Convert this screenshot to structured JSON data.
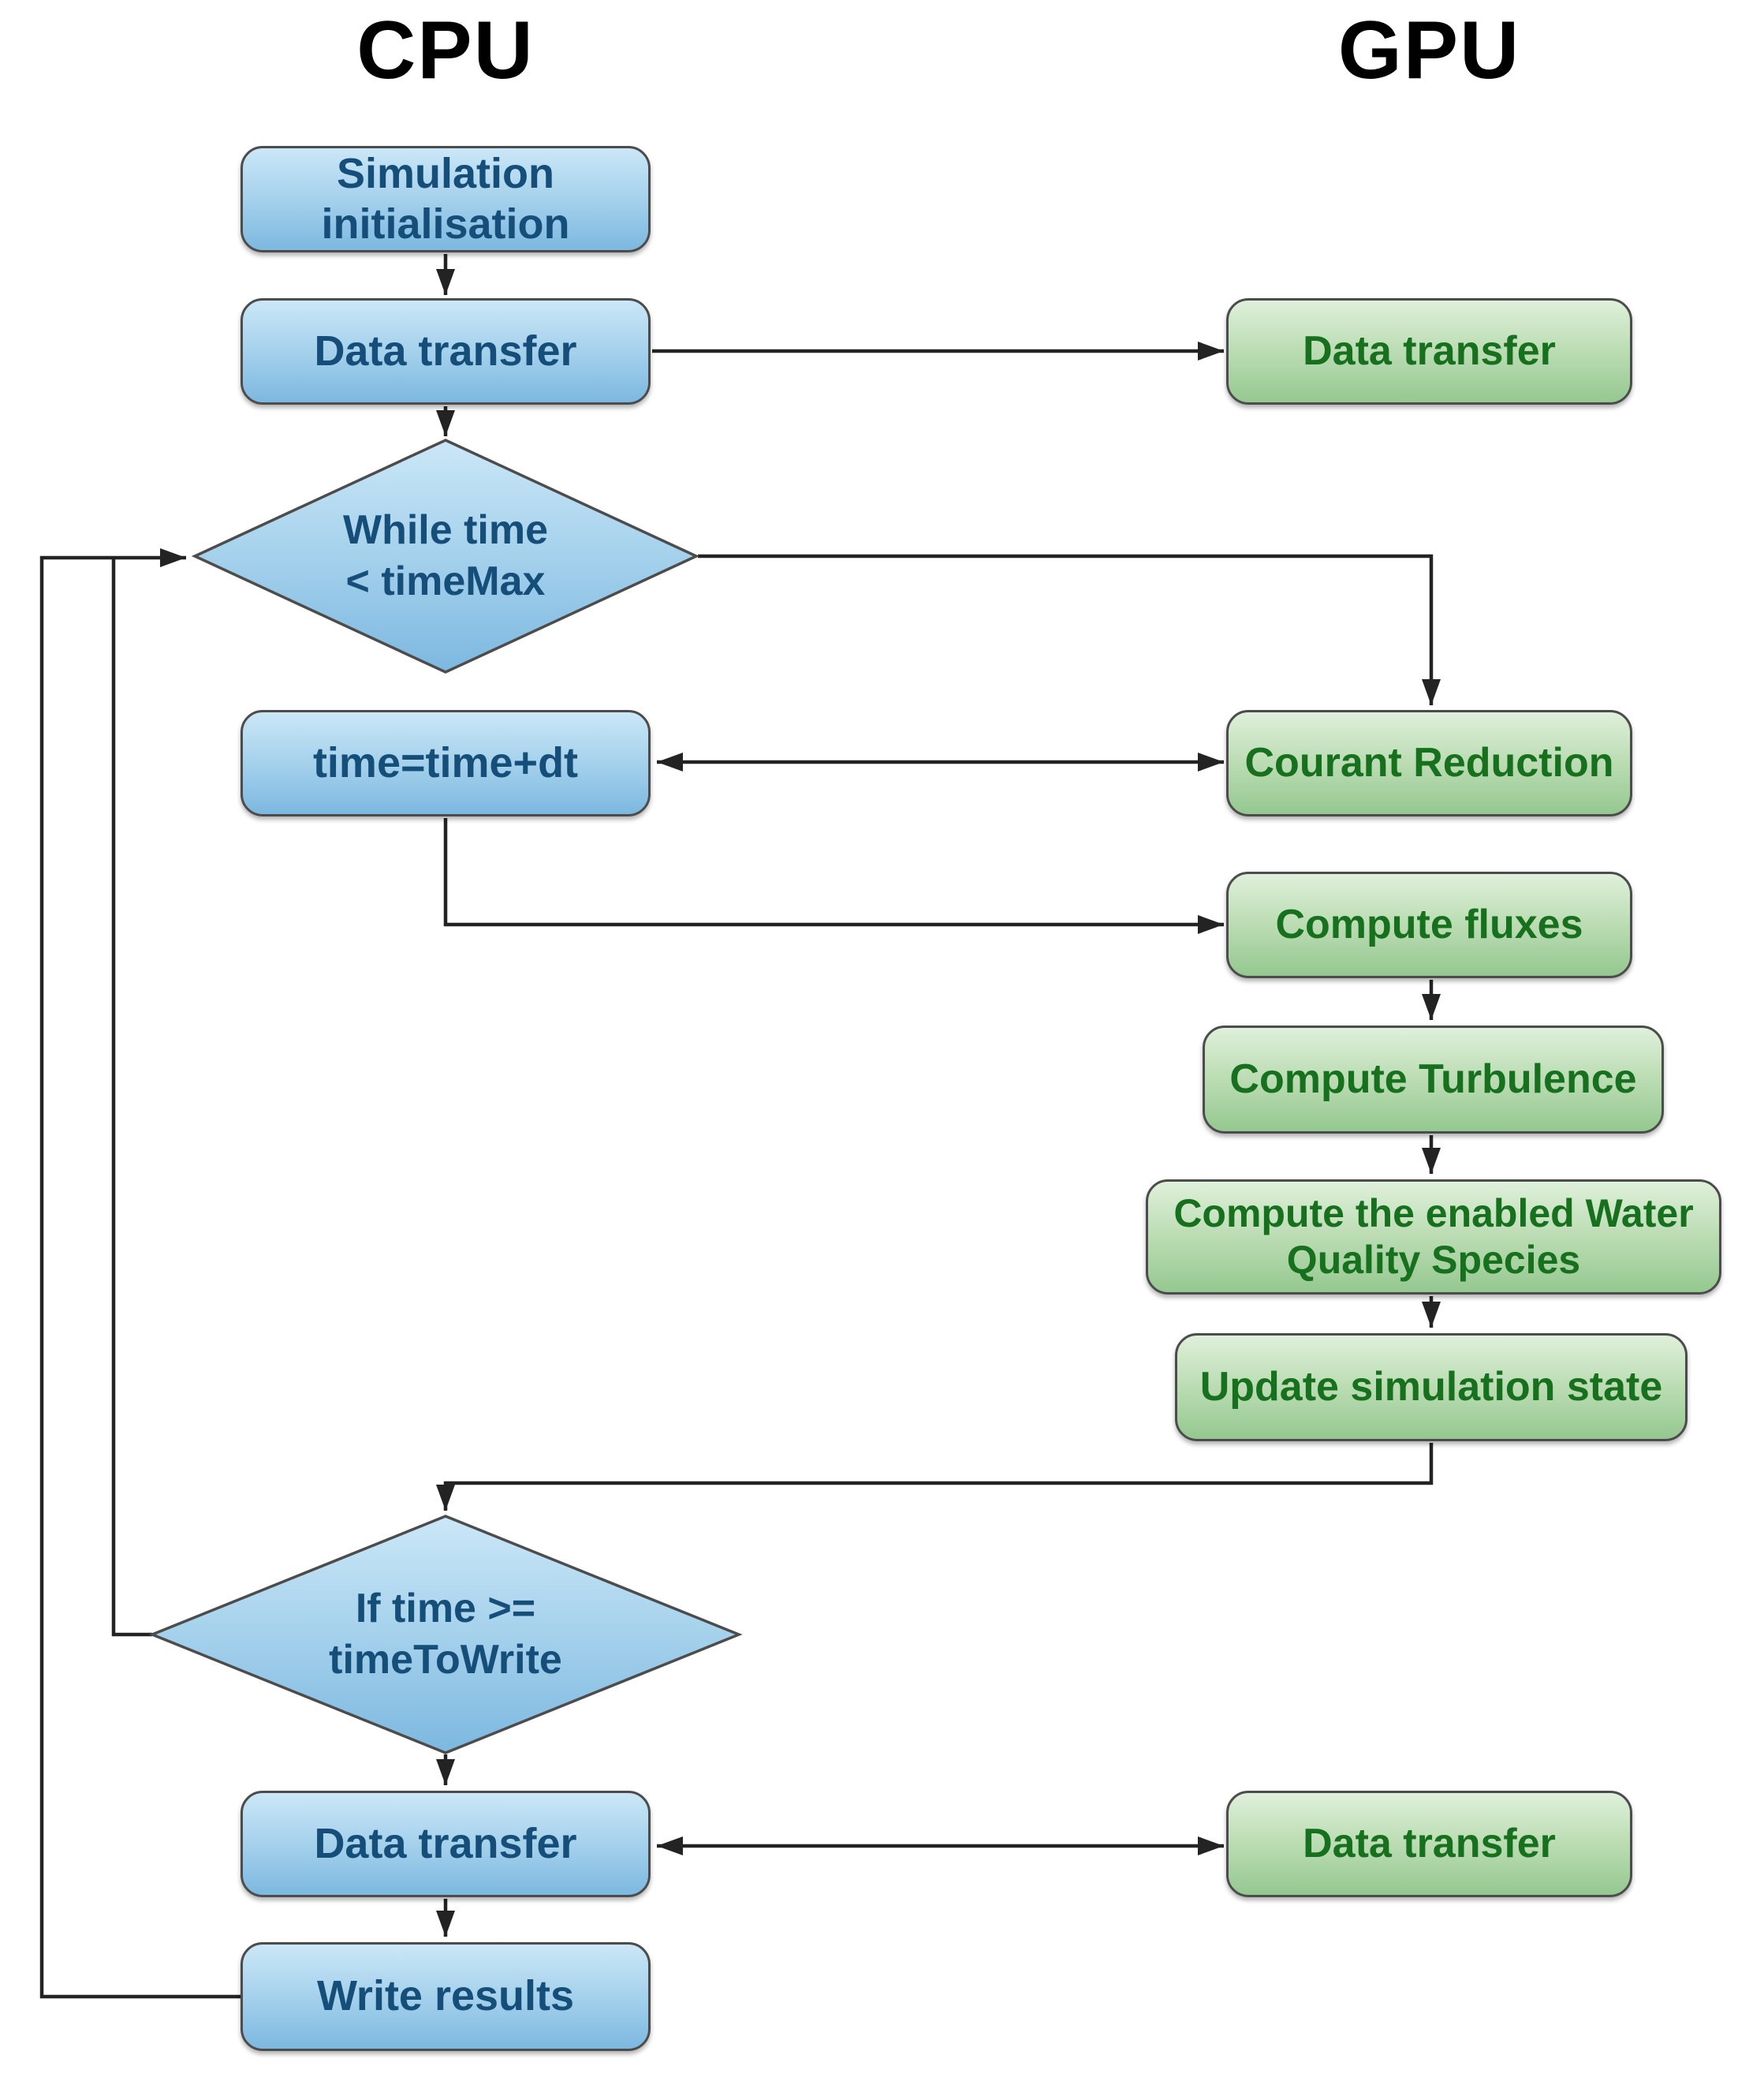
{
  "diagram": {
    "titles": {
      "cpu": "CPU",
      "gpu": "GPU"
    },
    "nodes": {
      "sim_init": {
        "lines": [
          "Simulation",
          "initialisation"
        ]
      },
      "dt_cpu_top": {
        "label": "Data transfer"
      },
      "while_loop": {
        "lines": [
          "While time",
          "< timeMax"
        ]
      },
      "time_update": {
        "label": "time=time+dt"
      },
      "dt_gpu_top": {
        "label": "Data transfer"
      },
      "courant": {
        "label": "Courant Reduction"
      },
      "fluxes": {
        "label": "Compute fluxes"
      },
      "turbulence": {
        "label": "Compute Turbulence"
      },
      "water_quality": {
        "lines": [
          "Compute the enabled Water",
          "Quality Species"
        ]
      },
      "update_state": {
        "label": "Update simulation state"
      },
      "if_write": {
        "lines": [
          "If time >=",
          "timeToWrite"
        ]
      },
      "dt_cpu_bottom": {
        "label": "Data transfer"
      },
      "dt_gpu_bottom": {
        "label": "Data transfer"
      },
      "write_results": {
        "label": "Write results"
      }
    },
    "colors": {
      "title_text": "#000000",
      "cpu_fill_top": "#cbe7f7",
      "cpu_fill_mid": "#a5d1ec",
      "cpu_fill_bottom": "#7db8e0",
      "cpu_text": "#154e79",
      "gpu_fill_top": "#dff0da",
      "gpu_fill_mid": "#bbdcb3",
      "gpu_fill_bottom": "#95c890",
      "gpu_text": "#17701e",
      "edge_color": "#232323",
      "node_border": "#4c4c4c"
    }
  }
}
